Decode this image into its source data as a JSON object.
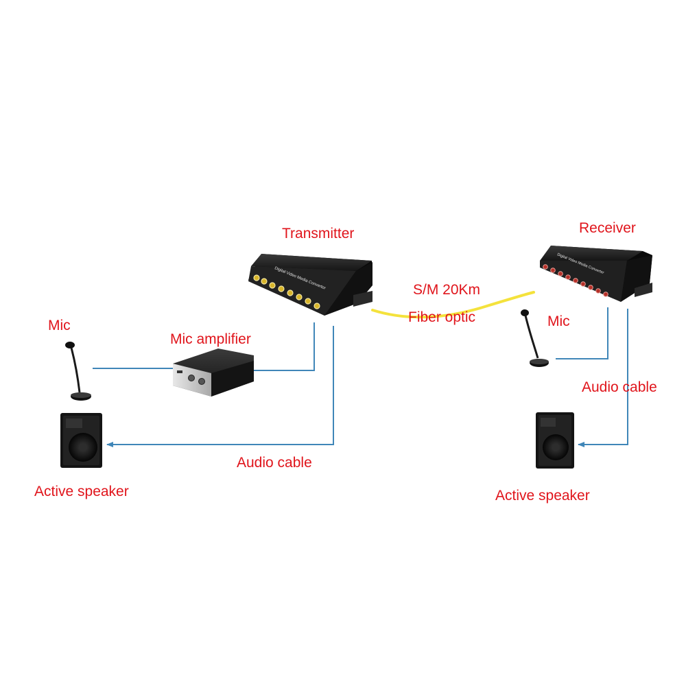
{
  "labels": {
    "transmitter": "Transmitter",
    "receiver": "Receiver",
    "fiber_spec": "S/M 20Km",
    "fiber_optic": "Fiber optic",
    "mic_left": "Mic",
    "mic_right": "Mic",
    "mic_amplifier": "Mic amplifier",
    "audio_cable_left": "Audio cable",
    "audio_cable_right": "Audio cable",
    "speaker_left": "Active speaker",
    "speaker_right": "Active speaker"
  },
  "device_text": {
    "converter_face": "Digital Video Media Converter"
  },
  "colors": {
    "label": "#e0141b",
    "cable": "#3f86b8",
    "fiber": "#f4e23c",
    "device": "#1c1c1c"
  },
  "icons": {
    "transmitter": "media-converter-icon",
    "receiver": "media-converter-icon",
    "mic": "microphone-icon",
    "amplifier": "amplifier-icon",
    "speaker": "speaker-icon"
  }
}
